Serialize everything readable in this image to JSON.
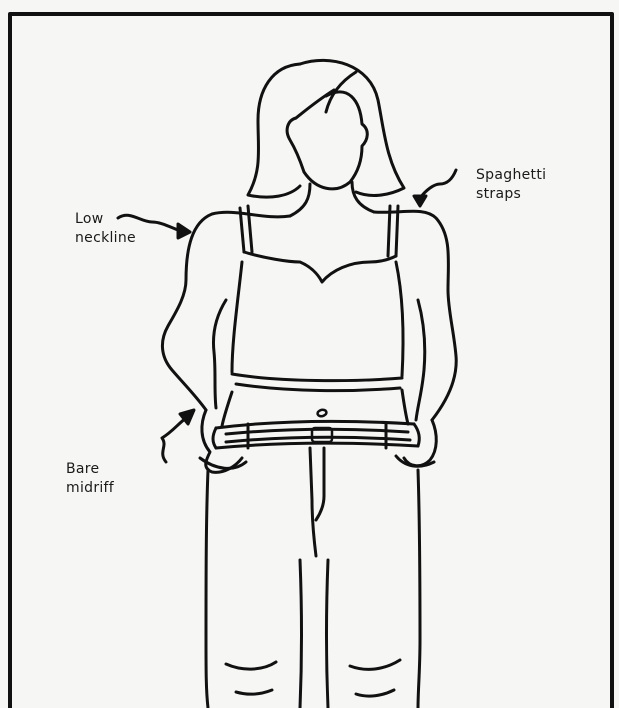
{
  "labels": {
    "spaghetti_straps": "Spaghetti\nstraps",
    "low_neckline": "Low\nneckline",
    "bare_midriff": "Bare\nmidriff"
  },
  "colors": {
    "ink": "#111111",
    "paper": "#f6f6f4",
    "frame": "#151515"
  }
}
